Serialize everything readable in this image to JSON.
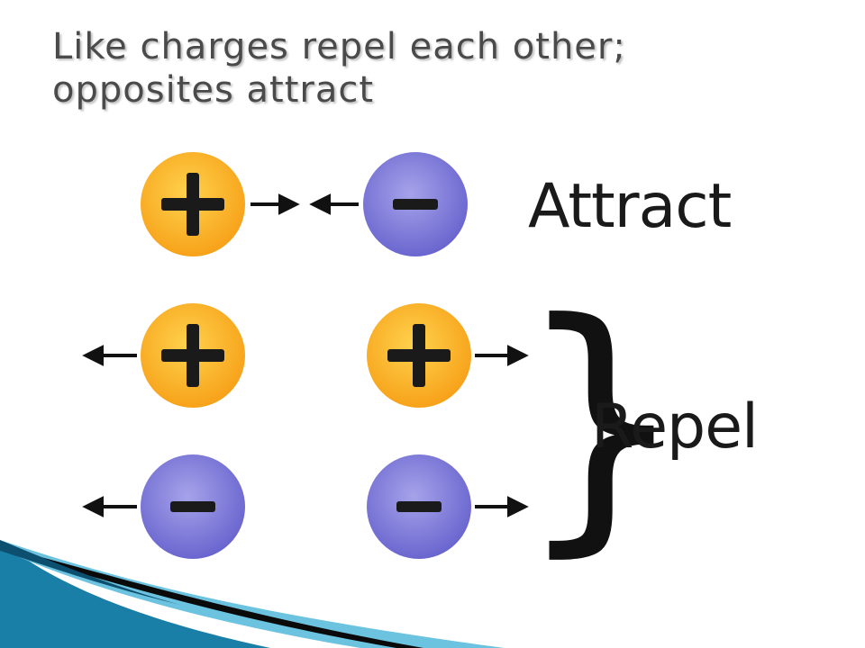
{
  "title_lines": [
    "Like charges repel each other;",
    "opposites attract"
  ],
  "labels": {
    "attract": "Attract",
    "repel": "Repel",
    "brace": "}"
  },
  "symbols": {
    "plus": "+",
    "minus": "−"
  },
  "colors": {
    "positive_outer": "#f7a21a",
    "positive_inner": "#ffd24d",
    "negative_outer": "#6a66cf",
    "negative_inner": "#a6a3ea",
    "arrow": "#111111",
    "title": "#4a4a4a"
  },
  "charges": [
    {
      "id": "row1-left",
      "sign": "plus",
      "row": "attract"
    },
    {
      "id": "row1-right",
      "sign": "minus",
      "row": "attract"
    },
    {
      "id": "row2-left",
      "sign": "plus",
      "row": "repel"
    },
    {
      "id": "row2-right",
      "sign": "plus",
      "row": "repel"
    },
    {
      "id": "row3-left",
      "sign": "minus",
      "row": "repel"
    },
    {
      "id": "row3-right",
      "sign": "minus",
      "row": "repel"
    }
  ]
}
